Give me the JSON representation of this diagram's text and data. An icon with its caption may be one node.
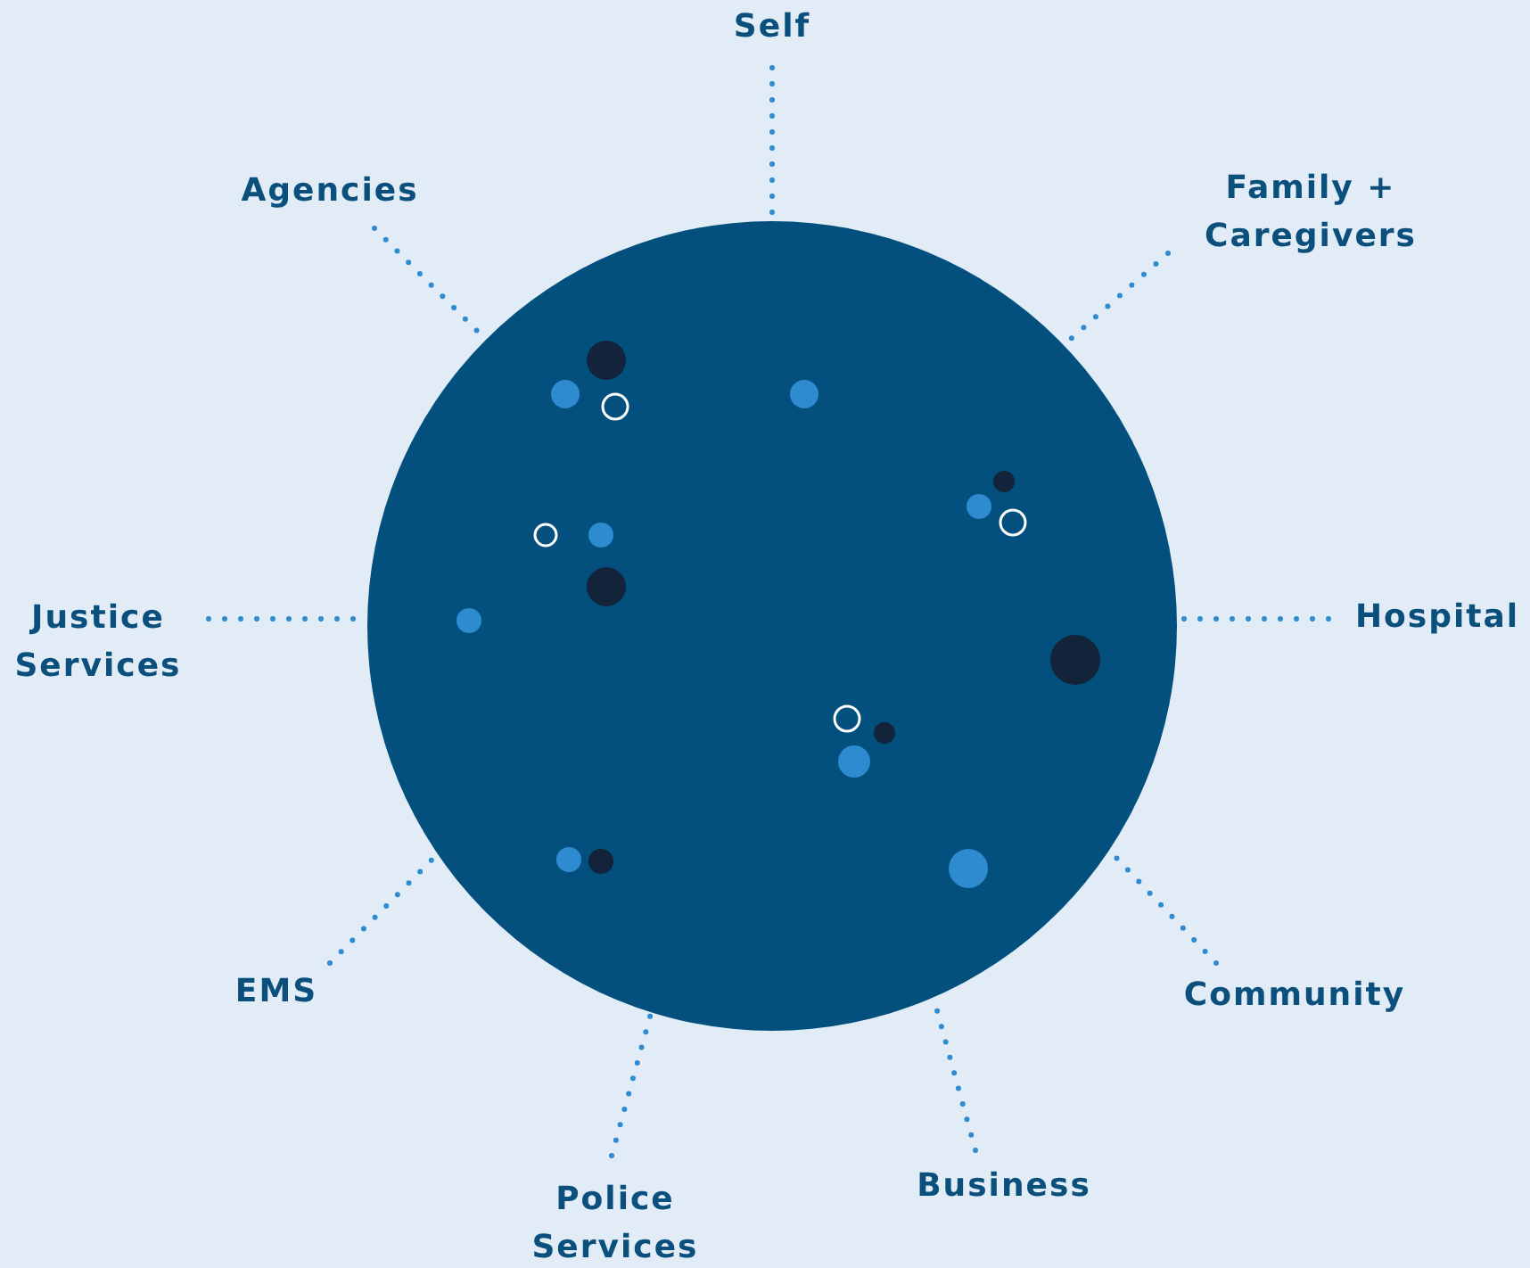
{
  "diagram": {
    "nodes": [
      {
        "text": [],
        "shape": "circle"
      },
      {
        "text": [
          "Self"
        ]
      },
      {
        "text": [
          "Agencies"
        ]
      },
      {
        "text": [
          "Family + Caregivers"
        ]
      },
      {
        "text": [
          "Justice Services"
        ]
      },
      {
        "text": [
          "Hospital"
        ]
      },
      {
        "text": [
          "EMS"
        ]
      },
      {
        "text": [
          "Community"
        ]
      },
      {
        "text": [
          "Police Services"
        ]
      },
      {
        "text": [
          "Business"
        ]
      }
    ],
    "edges": [
      {
        "from": 1,
        "to": 0,
        "arrow": "none"
      },
      {
        "from": 2,
        "to": 0,
        "arrow": "none"
      },
      {
        "from": 3,
        "to": 0,
        "arrow": "none"
      },
      {
        "from": 4,
        "to": 0,
        "arrow": "none"
      },
      {
        "from": 5,
        "to": 0,
        "arrow": "none"
      },
      {
        "from": 6,
        "to": 0,
        "arrow": "none"
      },
      {
        "from": 7,
        "to": 0,
        "arrow": "none"
      },
      {
        "from": 8,
        "to": 0,
        "arrow": "none"
      },
      {
        "from": 9,
        "to": 0,
        "arrow": "none"
      }
    ]
  }
}
